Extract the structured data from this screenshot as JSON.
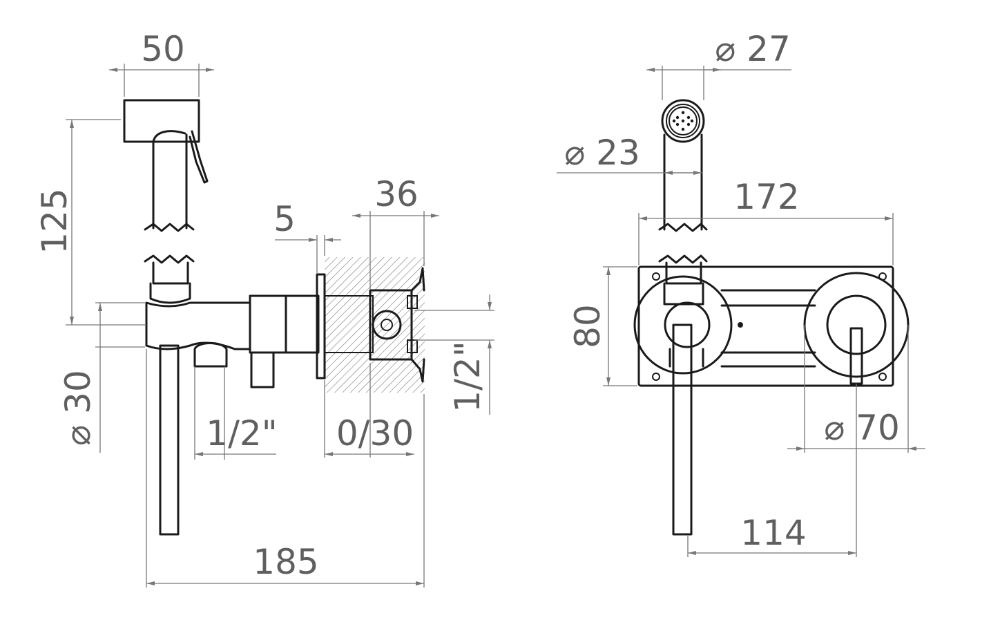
{
  "side_view": {
    "handle_width": "50",
    "handset_height": "125",
    "flange": "5",
    "box_depth": "36",
    "body_diameter": "⌀ 30",
    "outlet_thread": "1/2\"",
    "wall_adjust": "0/30",
    "inlet_thread": "1/2\"",
    "overall_length": "185"
  },
  "front_view": {
    "head_diameter": "⌀ 27",
    "hose_diameter": "⌀ 23",
    "plate_width": "172",
    "plate_height": "80",
    "rosette_diameter": "⌀ 70",
    "centres": "114"
  },
  "colors": {
    "line": "#1a1a1a",
    "dimension": "#777777",
    "text": "#5f5f5f"
  }
}
